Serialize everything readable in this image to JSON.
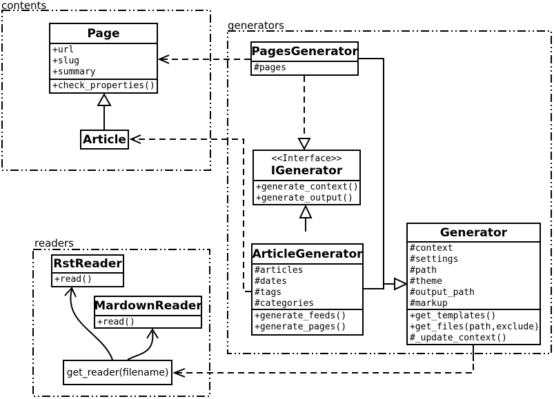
{
  "packages": {
    "contents": {
      "label": "contents"
    },
    "generators": {
      "label": "generators"
    },
    "readers": {
      "label": "readers"
    }
  },
  "classes": {
    "page": {
      "name": "Page",
      "attrs": [
        "+url",
        "+slug",
        "+summary"
      ],
      "methods": [
        "+check_properties()"
      ]
    },
    "article": {
      "name": "Article"
    },
    "pages_generator": {
      "name": "PagesGenerator",
      "attrs": [
        "#pages"
      ]
    },
    "igenerator": {
      "stereotype": "<<Interface>>",
      "name": "IGenerator",
      "methods": [
        "+generate_context()",
        "+generate_output()"
      ]
    },
    "article_generator": {
      "name": "ArticleGenerator",
      "attrs": [
        "#articles",
        "#dates",
        "#tags",
        "#categories"
      ],
      "methods": [
        "+generate_feeds()",
        "+generate_pages()"
      ]
    },
    "generator": {
      "name": "Generator",
      "attrs": [
        "#context",
        "#settings",
        "#path",
        "#theme",
        "#output_path",
        "#markup"
      ],
      "methods": [
        "+get_templates()",
        "+get_files(path,exclude)",
        "#_update_context()"
      ]
    },
    "rst_reader": {
      "name": "RstReader",
      "methods": [
        "+read()"
      ]
    },
    "mardown_reader": {
      "name": "MardownReader",
      "methods": [
        "+read()"
      ]
    },
    "get_reader": {
      "name": "get_reader(filename)"
    }
  },
  "colors": {
    "line": "#000000",
    "background": "#ffffff"
  }
}
